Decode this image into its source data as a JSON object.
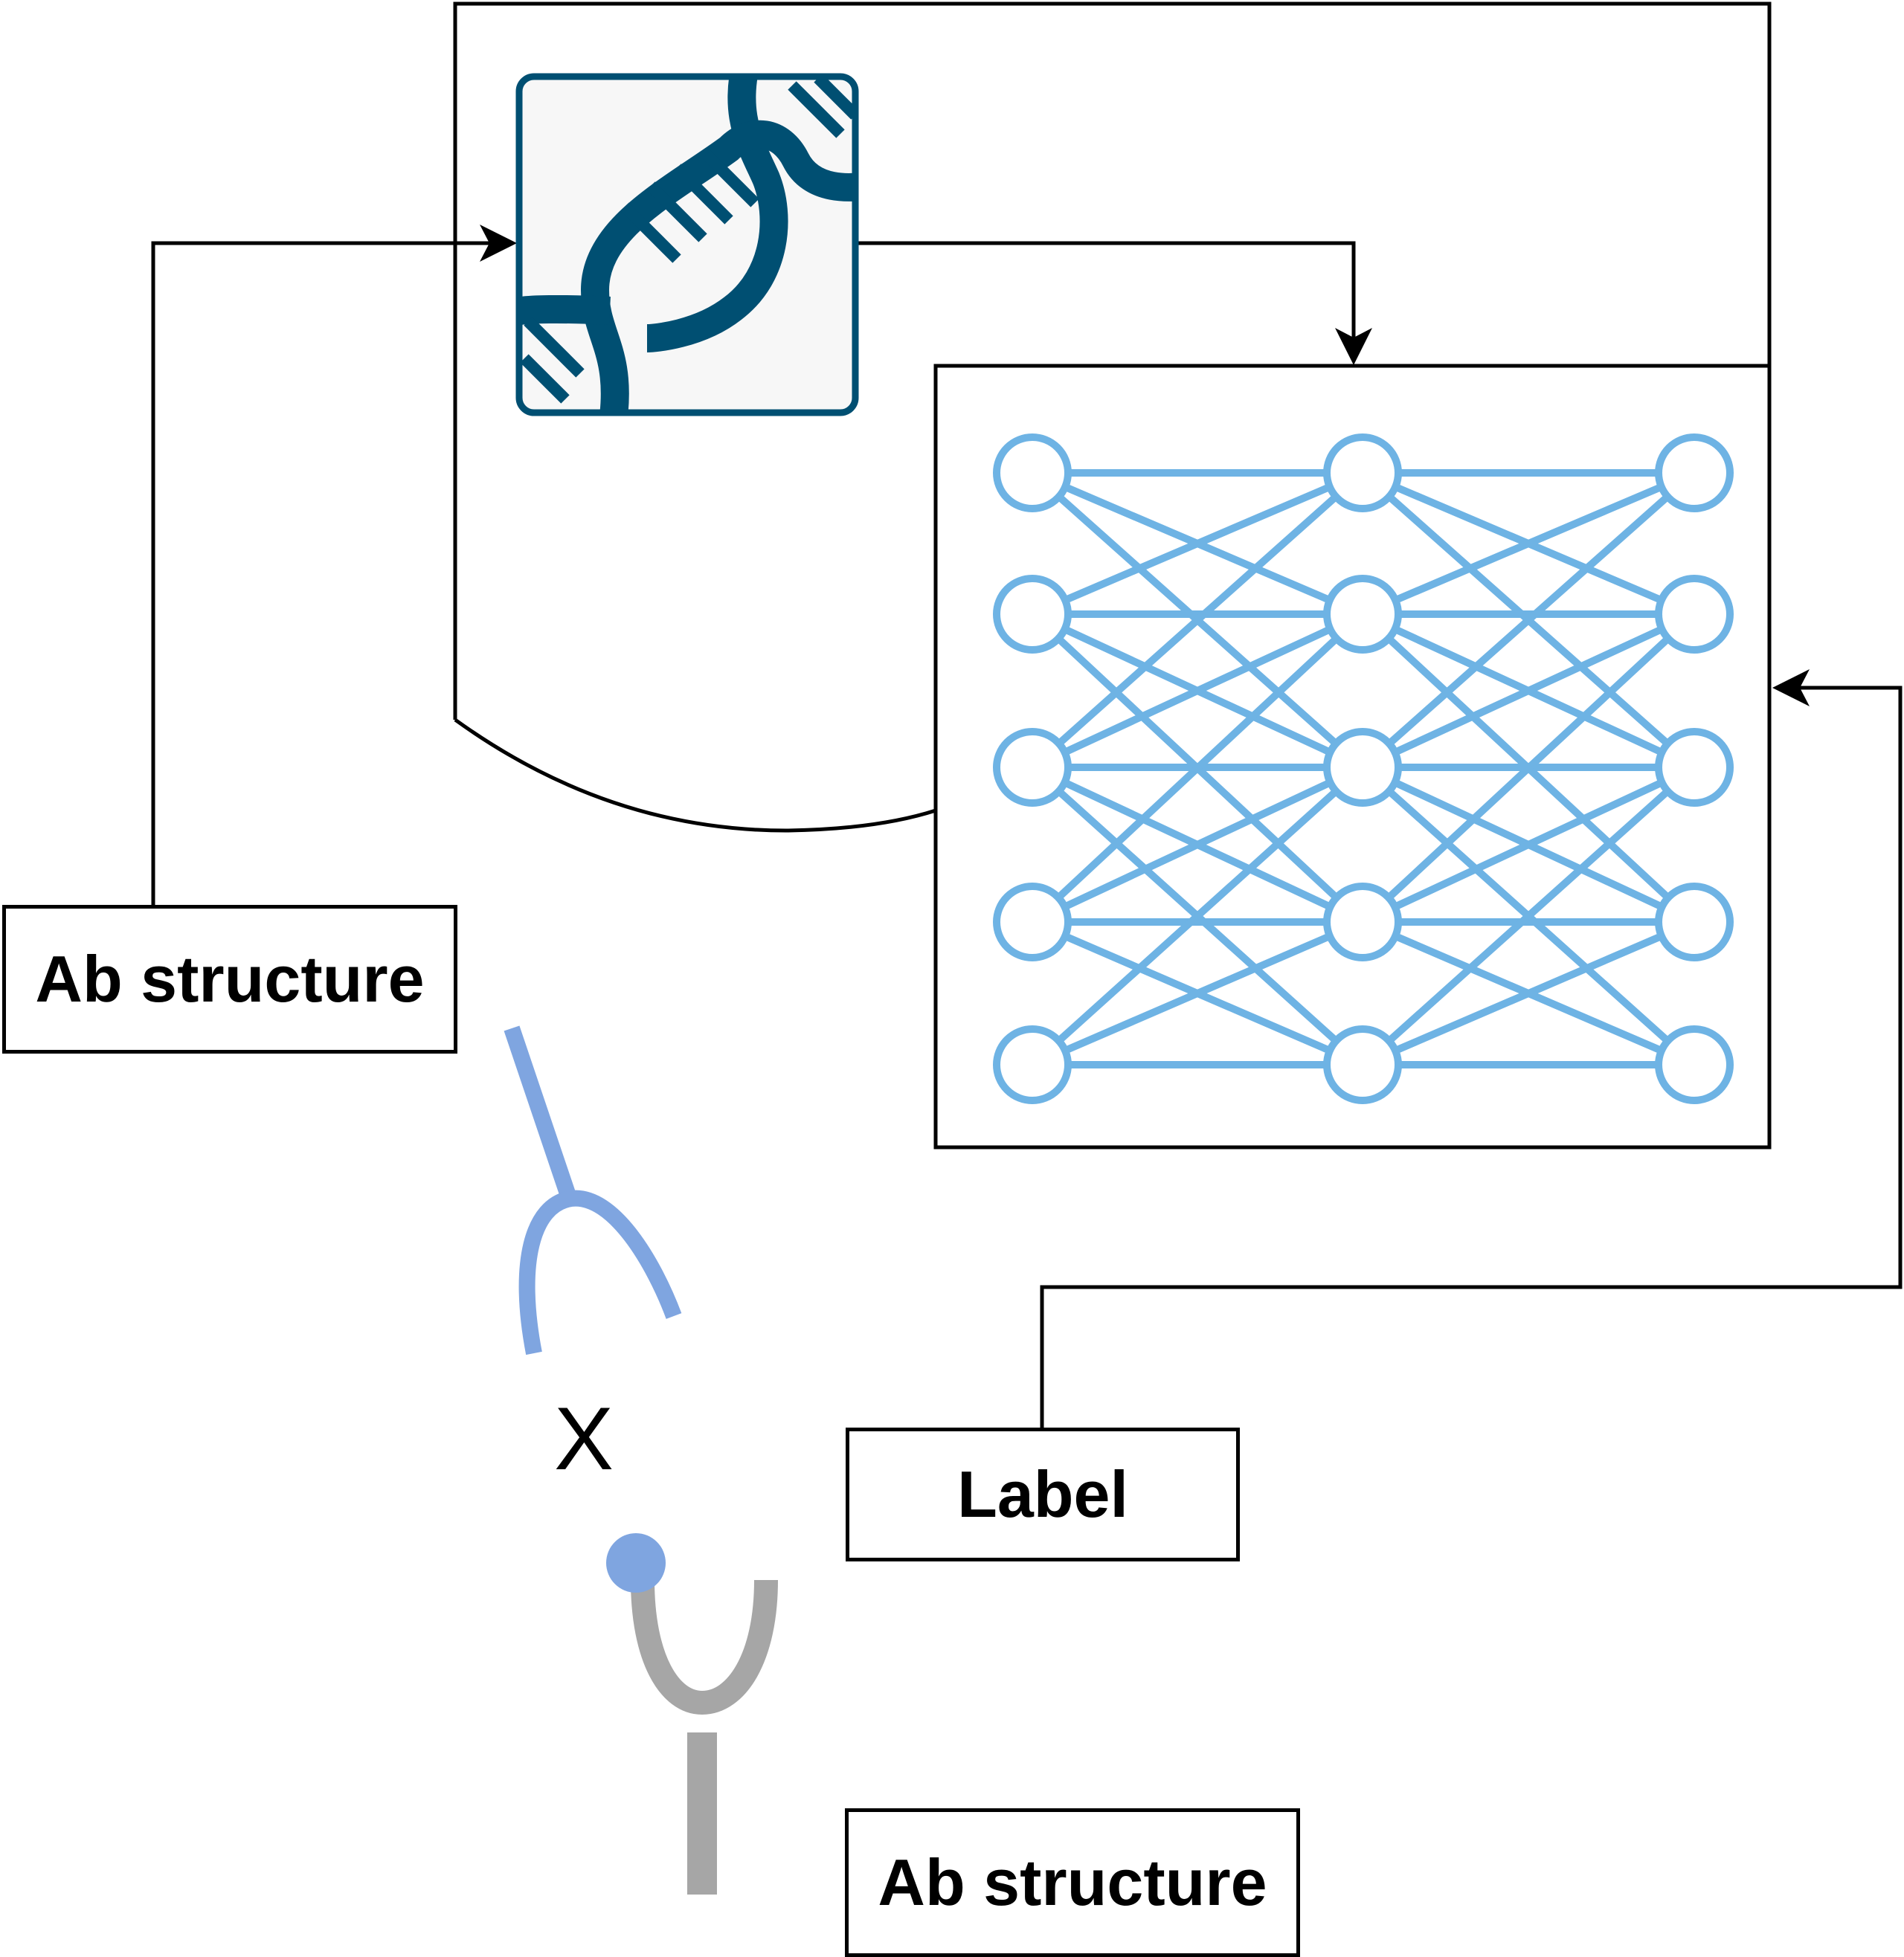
{
  "labels": {
    "ab_structure_left": "Ab structure",
    "label": "Label",
    "ab_structure_bottom": "Ab structure",
    "cross_symbol": "X"
  },
  "icons": {
    "dna": "dna-icon",
    "neural_network": "neural-network-icon",
    "antibody": "antibody-icon",
    "antigen": "antigen-icon"
  },
  "colors": {
    "line": "#000000",
    "dna": "#004F72",
    "dna_background": "#F7F7F7",
    "network": "#6EB3E4",
    "antibody": "#7FA5E0",
    "antigen_stem": "#A6A6A6"
  }
}
